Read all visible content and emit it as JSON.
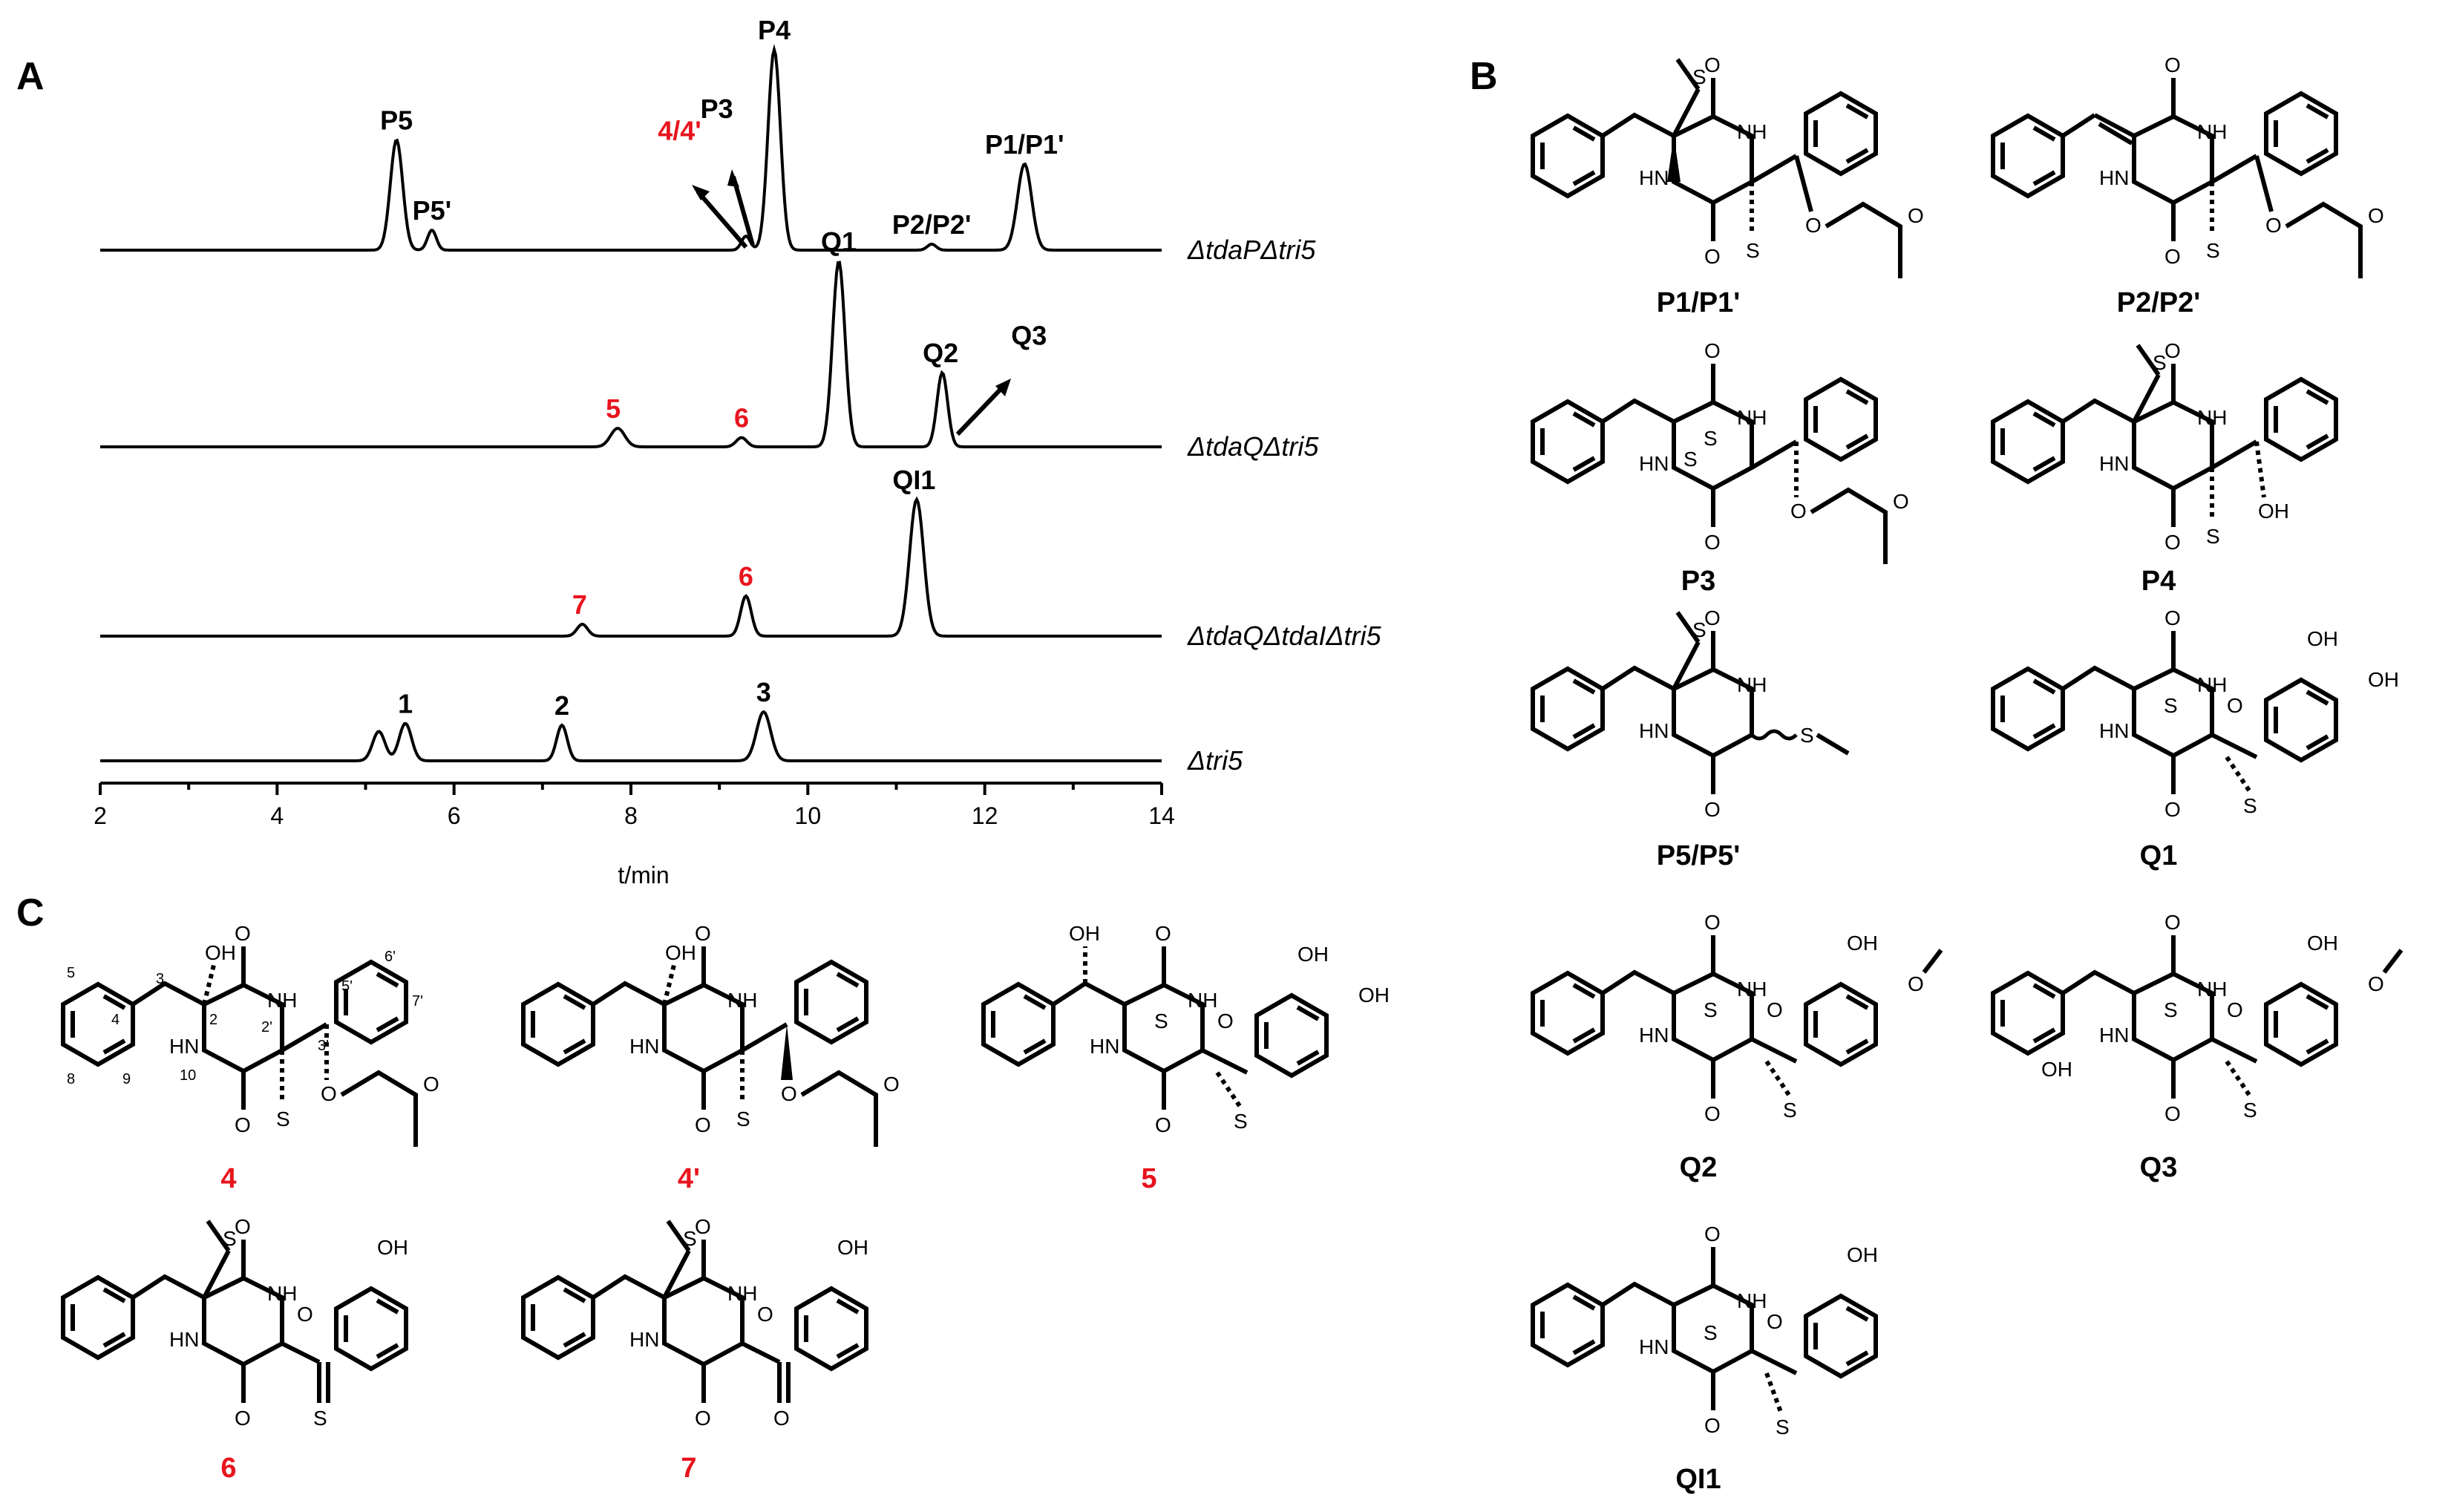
{
  "panels": {
    "a": "A",
    "b": "B",
    "c": "C"
  },
  "chart_data": {
    "type": "line",
    "xlabel": "t/min",
    "xlim": [
      2,
      14
    ],
    "xticks": [
      2,
      4,
      6,
      8,
      10,
      12,
      14
    ],
    "traces": [
      {
        "name": "ΔtdaPΔtri5",
        "peaks": [
          {
            "x": 5.35,
            "h": 0.55,
            "w": 0.07
          },
          {
            "x": 5.75,
            "h": 0.1,
            "w": 0.05
          },
          {
            "x": 9.3,
            "h": 0.07,
            "w": 0.05
          },
          {
            "x": 9.62,
            "h": 1.0,
            "w": 0.07
          },
          {
            "x": 11.4,
            "h": 0.03,
            "w": 0.05
          },
          {
            "x": 12.45,
            "h": 0.43,
            "w": 0.08
          }
        ],
        "labels": [
          {
            "text": "P5",
            "x": 5.35,
            "color": "#000000"
          },
          {
            "text": "P5'",
            "x": 5.75,
            "color": "#000000"
          },
          {
            "text": "4/4'",
            "x": 8.55,
            "color": "#e8141d"
          },
          {
            "text": "P3",
            "x": 8.97,
            "color": "#000000"
          },
          {
            "text": "P4",
            "x": 9.62,
            "color": "#000000"
          },
          {
            "text": "P2/P2'",
            "x": 11.4,
            "color": "#000000"
          },
          {
            "text": "P1/P1'",
            "x": 12.45,
            "color": "#000000"
          }
        ]
      },
      {
        "name": "ΔtdaQΔtri5",
        "peaks": [
          {
            "x": 7.85,
            "h": 0.1,
            "w": 0.08
          },
          {
            "x": 9.25,
            "h": 0.05,
            "w": 0.06
          },
          {
            "x": 10.35,
            "h": 1.0,
            "w": 0.07
          },
          {
            "x": 11.52,
            "h": 0.4,
            "w": 0.06
          }
        ],
        "labels": [
          {
            "text": "5",
            "x": 7.8,
            "color": "#e8141d"
          },
          {
            "text": "6",
            "x": 9.25,
            "color": "#e8141d"
          },
          {
            "text": "Q1",
            "x": 10.35,
            "color": "#000000"
          },
          {
            "text": "Q2",
            "x": 11.5,
            "color": "#000000"
          },
          {
            "text": "Q3",
            "x": 12.5,
            "color": "#000000"
          }
        ]
      },
      {
        "name": "ΔtdaQΔtdaIΔtri5",
        "peaks": [
          {
            "x": 7.45,
            "h": 0.08,
            "w": 0.06
          },
          {
            "x": 9.3,
            "h": 0.27,
            "w": 0.06
          },
          {
            "x": 11.23,
            "h": 0.92,
            "w": 0.08
          }
        ],
        "labels": [
          {
            "text": "7",
            "x": 7.42,
            "color": "#e8141d"
          },
          {
            "text": "6",
            "x": 9.3,
            "color": "#e8141d"
          },
          {
            "text": "QI1",
            "x": 11.2,
            "color": "#000000"
          }
        ]
      },
      {
        "name": "Δtri5",
        "peaks": [
          {
            "x": 5.15,
            "h": 0.33,
            "w": 0.07
          },
          {
            "x": 5.45,
            "h": 0.42,
            "w": 0.07
          },
          {
            "x": 7.22,
            "h": 0.4,
            "w": 0.06
          },
          {
            "x": 9.5,
            "h": 0.55,
            "w": 0.08
          }
        ],
        "labels": [
          {
            "text": "1",
            "x": 5.45,
            "color": "#000000"
          },
          {
            "text": "2",
            "x": 7.22,
            "color": "#000000"
          },
          {
            "text": "3",
            "x": 9.5,
            "color": "#000000"
          }
        ]
      }
    ]
  },
  "structures_b": [
    {
      "caption": "P1/P1'"
    },
    {
      "caption": "P2/P2'"
    },
    {
      "caption": "P3"
    },
    {
      "caption": "P4"
    },
    {
      "caption": "P5/P5'"
    },
    {
      "caption": "Q1"
    },
    {
      "caption": "Q2"
    },
    {
      "caption": "Q3"
    },
    {
      "caption": "QI1"
    }
  ],
  "structures_c": [
    {
      "caption": "4",
      "color": "#e8141d"
    },
    {
      "caption": "4'",
      "color": "#e8141d"
    },
    {
      "caption": "5",
      "color": "#e8141d"
    },
    {
      "caption": "6",
      "color": "#e8141d"
    },
    {
      "caption": "7",
      "color": "#e8141d"
    }
  ],
  "atoms": {
    "O": "O",
    "NH": "NH",
    "HN": "HN",
    "S": "S",
    "OH": "OH"
  },
  "numbering_4": [
    "3",
    "2",
    "4",
    "5",
    "8",
    "9",
    "10",
    "2'",
    "3'",
    "5'",
    "6'",
    "7'"
  ]
}
